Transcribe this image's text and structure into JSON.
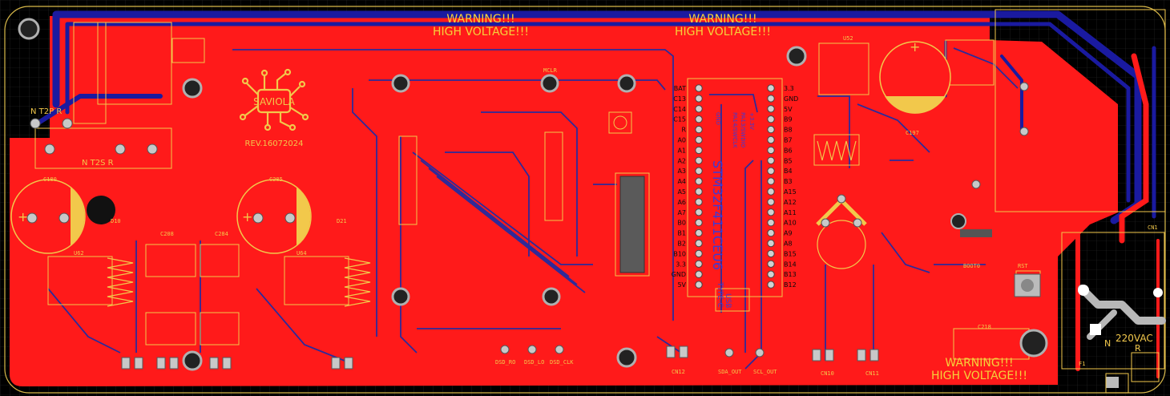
{
  "warnings": [
    {
      "line1": "WARNING!!!",
      "line2": "HIGH VOLTAGE!!!"
    },
    {
      "line1": "WARNING!!!",
      "line2": "HIGH VOLTAGE!!!"
    },
    {
      "line1": "WARNING!!!",
      "line2": "HIGH VOLTAGE!!!"
    }
  ],
  "logo": {
    "name": "SAVIOLA",
    "revision": "REV.16072024"
  },
  "labels": {
    "t2p": "N T2P R",
    "t2s": "N T2S R",
    "ac_input": "220VAC",
    "n": "N",
    "r": "R",
    "mcu_name": "STM32F411CEU6",
    "usb": "USB",
    "typec": "TYPE-C",
    "swdio": "PA13/SWDIO",
    "swclk": "PA14/SWCLK",
    "gnd": "GND",
    "v33": "+3.3V",
    "mclr": "MCLR"
  },
  "mcu_pins_left": [
    "BAT",
    "C13",
    "C14",
    "C15",
    "R",
    "A0",
    "A1",
    "A2",
    "A3",
    "A4",
    "A5",
    "A6",
    "A7",
    "B0",
    "B1",
    "B2",
    "B10",
    "3.3",
    "GND",
    "5V"
  ],
  "mcu_pins_right": [
    "3.3",
    "GND",
    "5V",
    "B9",
    "B8",
    "B7",
    "B6",
    "B5",
    "B4",
    "B3",
    "A15",
    "A12",
    "A11",
    "A10",
    "A9",
    "A8",
    "B15",
    "B14",
    "B13",
    "B12"
  ],
  "ref_designators": {
    "c180": "C180",
    "c285": "C285",
    "d10": "D10",
    "d21": "D21",
    "u62": "U62",
    "u64": "U64",
    "c208": "C208",
    "c284": "C284",
    "u52": "U52",
    "c197": "C197",
    "cn10": "CN10",
    "cn11": "CN11",
    "cn12": "CN12",
    "c218": "C218",
    "f1": "F1",
    "cn1": "CN1",
    "sda_out": "SDA_OUT",
    "scl_out": "SCL_OUT",
    "dsd_ro": "DSD_RO",
    "dsd_lo": "DSD_LO",
    "dsd_clk": "DSD_CLK",
    "boot0": "BOOT0",
    "rst": "RST"
  },
  "colors": {
    "board_bg": "#000000",
    "copper_top": "#ff1a1a",
    "copper_bottom": "#1a1aa0",
    "silkscreen": "#f2c84b",
    "pad": "#c8c8c8",
    "grid": "#2a2a2a"
  }
}
